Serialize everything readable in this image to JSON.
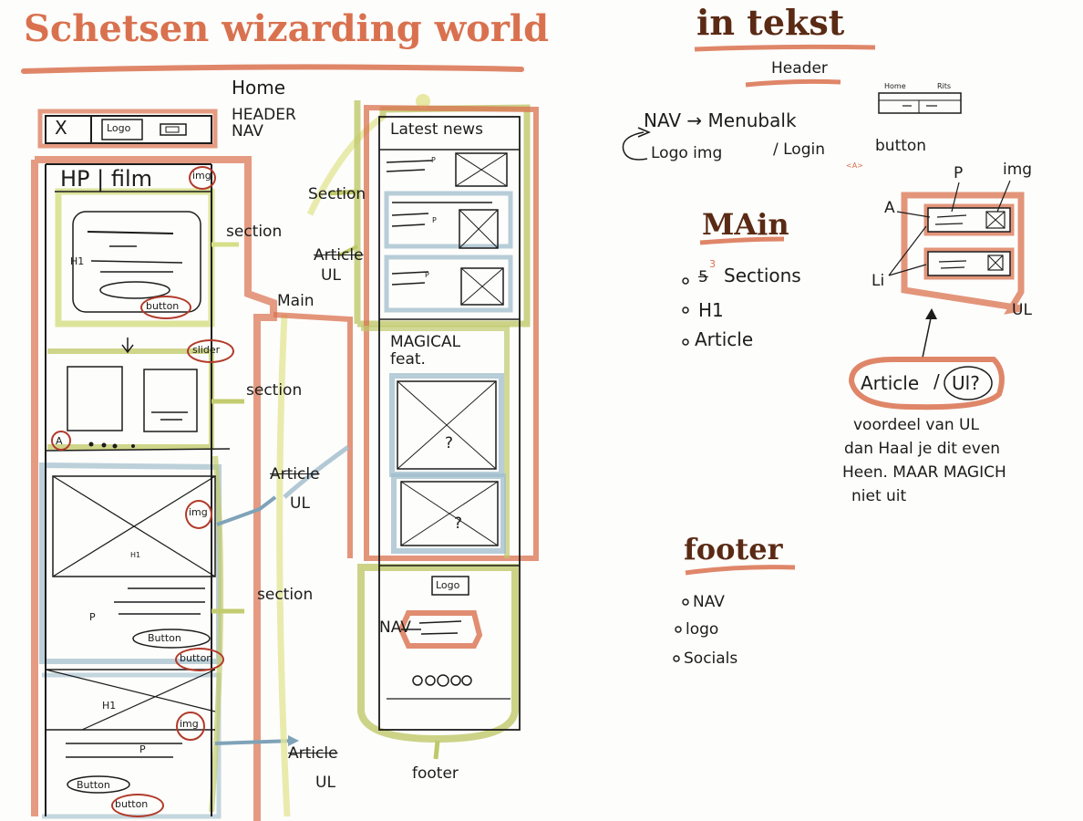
{
  "left_page": {
    "title": "Schetsen wizarding world",
    "home_label": "Home",
    "header_nav_label": "HEADER NAV",
    "wireframe_1": {
      "header_x": "X",
      "header_logo": "Logo",
      "hero_heading": "HP | film",
      "img": "img",
      "h1": "H1",
      "button": "button",
      "slider": "slider",
      "a": "A",
      "p": "P",
      "button_capital": "Button"
    },
    "wireframe_2": {
      "latest_news": "Latest news",
      "p": "P",
      "magical_feat": "MAGICAL feat.",
      "question": "?",
      "footer_logo": "Logo",
      "nav": "NAV"
    },
    "annotations": {
      "section": "section",
      "section_cap": "Section",
      "main": "Main",
      "article": "Article",
      "ul": "UL",
      "footer": "footer"
    }
  },
  "right_page": {
    "title": "in tekst",
    "header_heading": "Header",
    "mini_nav": [
      "Home",
      "Rits"
    ],
    "nav_line": "NAV → Menubalk",
    "logo_line": "Logo img",
    "login_line": "/ Login",
    "login_sub": "<A>",
    "button_word": "button",
    "main_heading": "MAin",
    "main_items": {
      "struck": "5",
      "count": "3",
      "sections": "Sections",
      "h1": "H1",
      "article": "Article"
    },
    "diagram_labels": {
      "a": "A",
      "p": "P",
      "img": "img",
      "li": "Li",
      "ul": "UL",
      "article": "Article",
      "slash": "/",
      "ul_q": "Ul?"
    },
    "note": [
      "voordeel van UL",
      "dan Haal je dit even",
      "Heen. MAAR MAGICH",
      "niet uit"
    ],
    "footer_heading": "footer",
    "footer_items": [
      "NAV",
      "logo",
      "Socials"
    ]
  },
  "colors": {
    "orange": "#d9714f",
    "green": "#a8b85a",
    "yellow_green": "#d6df88",
    "blue": "#7fa3b8",
    "ink": "#1c1c1c",
    "red_circle": "#b23a2a"
  }
}
